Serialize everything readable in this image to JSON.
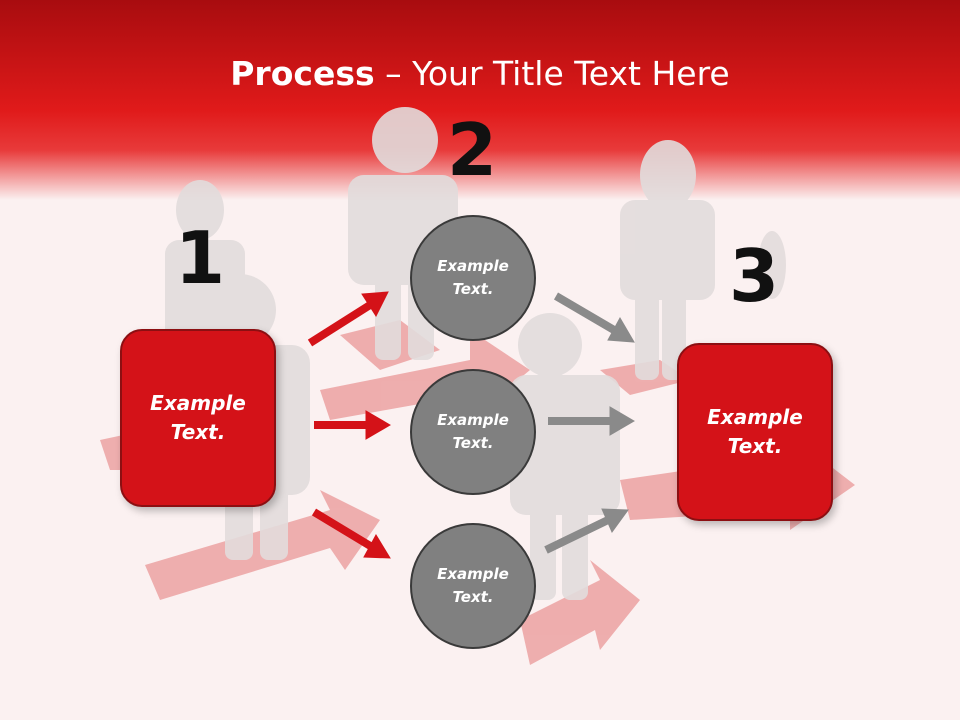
{
  "title": {
    "bold": "Process",
    "rest": " – Your Title Text Here"
  },
  "steps": [
    "1",
    "2",
    "3"
  ],
  "left_box": {
    "line1": "Example",
    "line2": "Text."
  },
  "right_box": {
    "line1": "Example",
    "line2": "Text."
  },
  "circles": [
    {
      "line1": "Example",
      "line2": "Text."
    },
    {
      "line1": "Example",
      "line2": "Text."
    },
    {
      "line1": "Example",
      "line2": "Text."
    }
  ],
  "colors": {
    "accent": "#d41218",
    "header": "#c8101a",
    "circle": "#808080",
    "gray_arrow": "#8a8a8a"
  }
}
